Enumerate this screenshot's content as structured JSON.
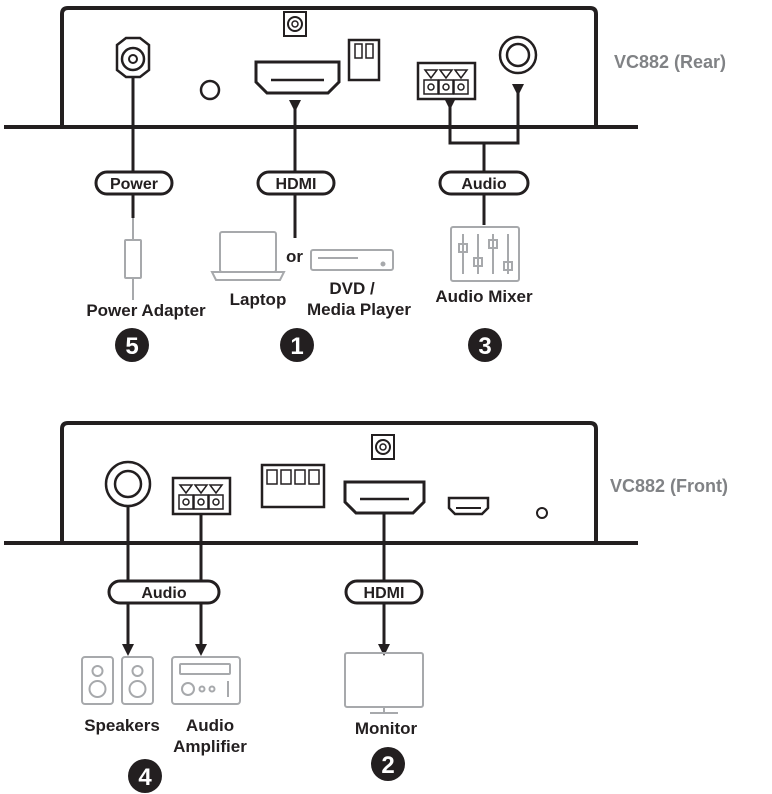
{
  "rear": {
    "title": "VC882 (Rear)",
    "pills": {
      "power": "Power",
      "hdmi": "HDMI",
      "audio": "Audio"
    },
    "or_text": "or",
    "labels": {
      "power_adapter": "Power Adapter",
      "laptop": "Laptop",
      "dvd_line1": "DVD /",
      "dvd_line2": "Media Player",
      "audio_mixer": "Audio Mixer"
    },
    "steps": {
      "power": "5",
      "hdmi": "1",
      "audio": "3"
    }
  },
  "front": {
    "title": "VC882 (Front)",
    "pills": {
      "audio": "Audio",
      "hdmi": "HDMI"
    },
    "labels": {
      "speakers": "Speakers",
      "amp_line1": "Audio",
      "amp_line2": "Amplifier",
      "monitor": "Monitor"
    },
    "steps": {
      "audio": "4",
      "hdmi": "2"
    }
  },
  "colors": {
    "line": "#231f20",
    "title": "#808285",
    "device": "#a7a9ac",
    "step_badge": "#231f20"
  }
}
